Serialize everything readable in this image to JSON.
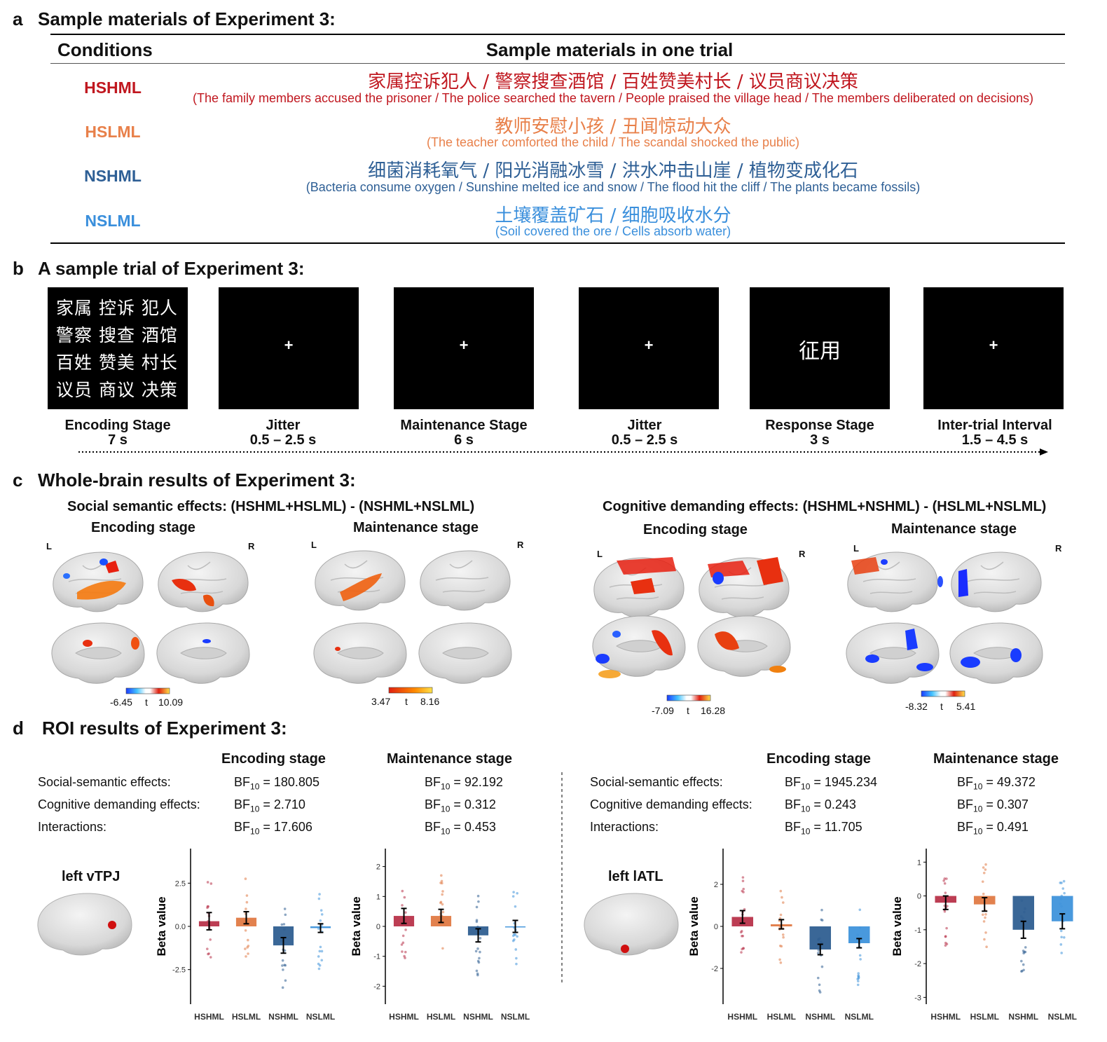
{
  "panel_a": {
    "letter": "a",
    "title": "Sample materials of Experiment 3:",
    "col_conditions": "Conditions",
    "col_materials": "Sample materials in one trial",
    "rows": [
      {
        "condition": "HSHML",
        "color": "#c0171f",
        "chinese": "家属控诉犯人 / 警察搜查酒馆 / 百姓赞美村长 / 议员商议决策",
        "english": "(The family members accused the prisoner / The police searched the tavern / People praised the village head / The members deliberated on decisions)"
      },
      {
        "condition": "HSLML",
        "color": "#e8804a",
        "chinese": "教师安慰小孩 / 丑闻惊动大众",
        "english": "(The teacher comforted the child / The scandal shocked the public)"
      },
      {
        "condition": "NSHML",
        "color": "#2e5f95",
        "chinese": "细菌消耗氧气 / 阳光消融冰雪 / 洪水冲击山崖 / 植物变成化石",
        "english": "(Bacteria consume oxygen / Sunshine melted ice and snow / The flood hit the cliff / The plants became fossils)"
      },
      {
        "condition": "NSLML",
        "color": "#3a8fdc",
        "chinese": "土壤覆盖矿石 / 细胞吸收水分",
        "english": "(Soil covered the ore / Cells absorb water)"
      }
    ]
  },
  "panel_b": {
    "letter": "b",
    "title": "A sample trial of Experiment 3:",
    "encoding_lines": [
      "家属 控诉 犯人",
      "警察 搜查 酒馆",
      "百姓 赞美 村长",
      "议员 商议 决策"
    ],
    "fixation": "+",
    "response_word": "征用",
    "stages": [
      {
        "name": "Encoding Stage",
        "duration": "7 s"
      },
      {
        "name": "Jitter",
        "duration": "0.5 – 2.5 s"
      },
      {
        "name": "Maintenance Stage",
        "duration": "6 s"
      },
      {
        "name": "Jitter",
        "duration": "0.5 – 2.5 s"
      },
      {
        "name": "Response Stage",
        "duration": "3 s"
      },
      {
        "name": "Inter-trial Interval",
        "duration": "1.5 – 4.5 s"
      }
    ]
  },
  "panel_c": {
    "letter": "c",
    "title": "Whole-brain results of Experiment 3:",
    "social_title": "Social semantic effects: (HSHML+HSLML)  - (NSHML+NSLML)",
    "cognitive_title": "Cognitive demanding effects: (HSHML+NSHML)  - (HSLML+NSLML)",
    "encoding_label": "Encoding stage",
    "maintenance_label": "Maintenance stage",
    "left_label": "L",
    "right_label": "R",
    "t_label": "t",
    "colorbars": [
      {
        "min": "-6.45",
        "max": "10.09"
      },
      {
        "min": "3.47",
        "max": "8.16"
      },
      {
        "min": "-7.09",
        "max": "16.28"
      },
      {
        "min": "-8.32",
        "max": "5.41"
      }
    ]
  },
  "panel_d": {
    "letter": "d",
    "title": "ROI results of Experiment 3:",
    "encoding_label": "Encoding stage",
    "maintenance_label": "Maintenance stage",
    "effect_labels": [
      "Social-semantic effects:",
      "Cognitive demanding effects:",
      "Interactions:"
    ],
    "bf_prefix": "BF",
    "bf_sub": "10",
    "left_bf": {
      "encoding": [
        "180.805",
        "2.710",
        "17.606"
      ],
      "maintenance": [
        "92.192",
        "0.312",
        "0.453"
      ]
    },
    "right_bf": {
      "encoding": [
        "1945.234",
        "0.243",
        "11.705"
      ],
      "maintenance": [
        "49.372",
        "0.307",
        "0.491"
      ]
    },
    "roi_left": "left vTPJ",
    "roi_right": "left lATL",
    "y_label": "Beta value",
    "categories": [
      "HSHML",
      "HSLML",
      "NSHML",
      "NSLML"
    ],
    "colors": [
      "#b8334a",
      "#e07a45",
      "#2f5f91",
      "#3f94db"
    ]
  },
  "chart_data": [
    {
      "type": "bar",
      "title": "left vTPJ – Encoding stage",
      "ylabel": "Beta value",
      "categories": [
        "HSHML",
        "HSLML",
        "NSHML",
        "NSLML"
      ],
      "values": [
        0.3,
        0.5,
        -1.1,
        -0.1
      ],
      "errors": [
        0.5,
        0.35,
        0.45,
        0.25
      ],
      "ylim": [
        -4.5,
        4.5
      ],
      "yticks": [
        "2.5",
        "0.0",
        "-2.5"
      ],
      "ytick_values": [
        2.5,
        0,
        -2.5
      ]
    },
    {
      "type": "bar",
      "title": "left vTPJ – Maintenance stage",
      "ylabel": "Beta value",
      "categories": [
        "HSHML",
        "HSLML",
        "NSHML",
        "NSLML"
      ],
      "values": [
        0.35,
        0.35,
        -0.3,
        0.0
      ],
      "errors": [
        0.25,
        0.22,
        0.22,
        0.2
      ],
      "ylim": [
        -2.6,
        2.6
      ],
      "yticks": [
        "2",
        "1",
        "0",
        "-1",
        "-2"
      ],
      "ytick_values": [
        2,
        1,
        0,
        -1,
        -2
      ]
    },
    {
      "type": "bar",
      "title": "left lATL – Encoding stage",
      "ylabel": "Beta value",
      "categories": [
        "HSHML",
        "HSLML",
        "NSHML",
        "NSLML"
      ],
      "values": [
        0.45,
        0.1,
        -1.1,
        -0.8
      ],
      "errors": [
        0.3,
        0.22,
        0.25,
        0.22
      ],
      "ylim": [
        -3.7,
        3.7
      ],
      "yticks": [
        "2",
        "0",
        "-2"
      ],
      "ytick_values": [
        2,
        0,
        -2
      ]
    },
    {
      "type": "bar",
      "title": "left lATL – Maintenance stage",
      "ylabel": "Beta value",
      "categories": [
        "HSHML",
        "HSLML",
        "NSHML",
        "NSLML"
      ],
      "values": [
        -0.2,
        -0.25,
        -1.0,
        -0.75
      ],
      "errors": [
        0.2,
        0.2,
        0.25,
        0.22
      ],
      "ylim": [
        -3.2,
        1.4
      ],
      "yticks": [
        "1",
        "0",
        "-1",
        "-2",
        "-3"
      ],
      "ytick_values": [
        1,
        0,
        -1,
        -2,
        -3
      ]
    }
  ]
}
